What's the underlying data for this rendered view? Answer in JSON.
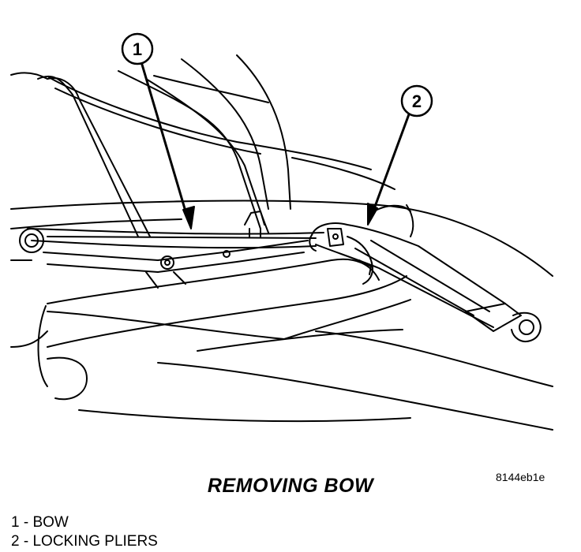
{
  "callouts": [
    {
      "number": "1",
      "target": "BOW"
    },
    {
      "number": "2",
      "target": "LOCKING PLIERS"
    }
  ],
  "figure": {
    "ref_code": "8144eb1e",
    "caption": "REMOVING BOW"
  },
  "legend": [
    {
      "number": "1",
      "sep": " - ",
      "label": "BOW"
    },
    {
      "number": "2",
      "sep": " - ",
      "label": "LOCKING PLIERS"
    }
  ]
}
